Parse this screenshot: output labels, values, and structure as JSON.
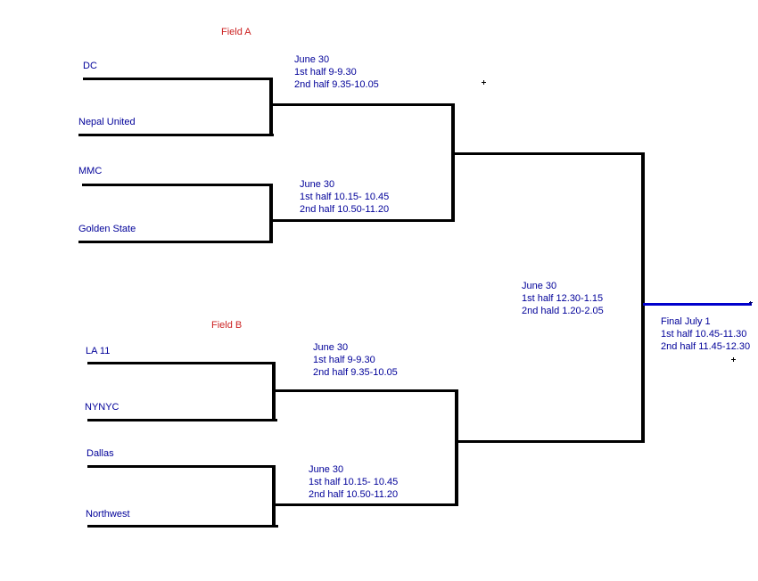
{
  "colors": {
    "team_text": "#000099",
    "field_label_text": "#cc2222",
    "bracket_line": "#000000",
    "final_line": "#0000cc"
  },
  "fields": {
    "a": {
      "label": "Field A"
    },
    "b": {
      "label": "Field B"
    }
  },
  "teams": {
    "dc": "DC",
    "nepal": "Nepal United",
    "mmc": "MMC",
    "golden": "Golden State",
    "la11": "LA 11",
    "nynyc": "NYNYC",
    "dallas": "Dallas",
    "northwest": "Northwest"
  },
  "schedules": {
    "a1": {
      "line1": "June 30",
      "line2": "1st half 9-9.30",
      "line3": "2nd half 9.35-10.05"
    },
    "a2": {
      "line1": "June 30",
      "line2": "1st half 10.15- 10.45",
      "line3": "2nd half 10.50-11.20"
    },
    "semifinal": {
      "line1": "June 30",
      "line2": "1st half 12.30-1.15",
      "line3": "2nd hald 1.20-2.05"
    },
    "b1": {
      "line1": "June 30",
      "line2": "1st half 9-9.30",
      "line3": "2nd half 9.35-10.05"
    },
    "b2": {
      "line1": "June 30",
      "line2": "1st half 10.15- 10.45",
      "line3": "2nd half 10.50-11.20"
    },
    "final": {
      "line1": "Final July 1",
      "line2": "1st half 10.45-11.30",
      "line3": "2nd half 11.45-12.30"
    }
  }
}
